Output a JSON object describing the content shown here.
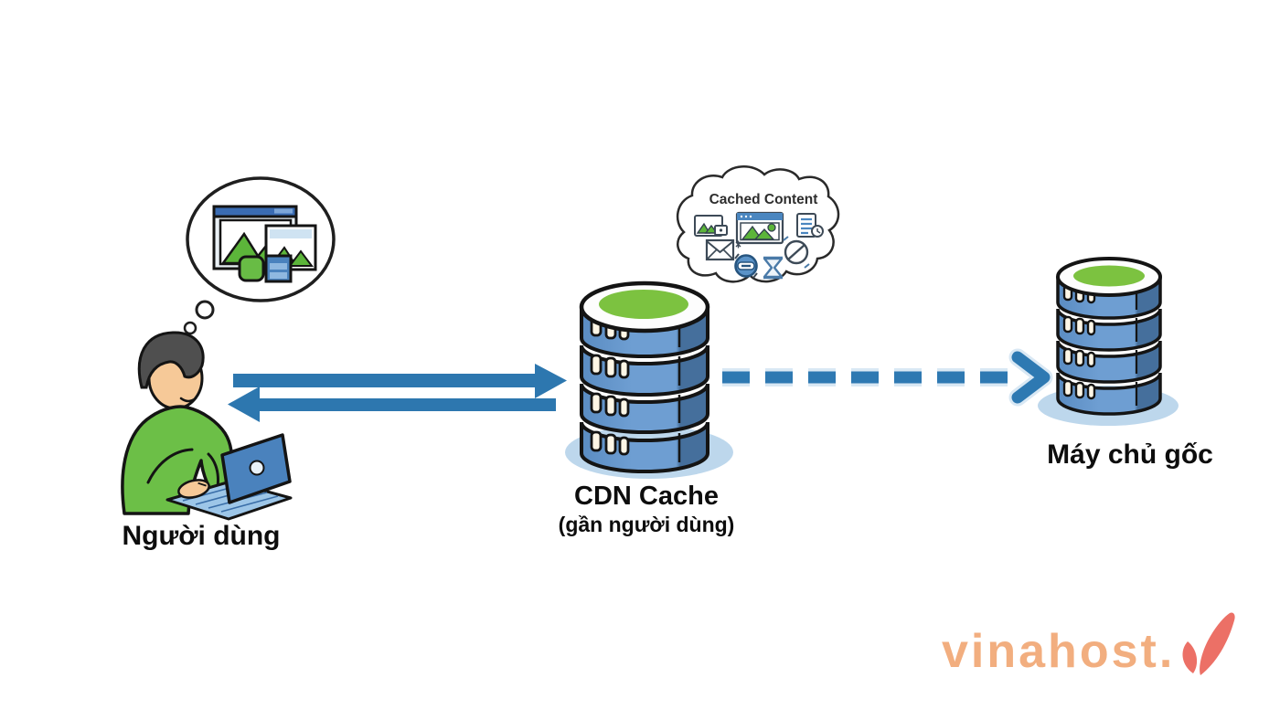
{
  "nodes": {
    "user": {
      "label": "Người dùng"
    },
    "cdn": {
      "label": "CDN Cache",
      "sublabel": "(gần người dùng)"
    },
    "origin": {
      "label": "Máy chủ gốc"
    },
    "cached_cloud": {
      "title": "Cached Content",
      "icons": [
        "photo-card-icon",
        "browser-photo-icon",
        "document-history-icon",
        "envelope-icon",
        "globe-sync-icon",
        "hourglass-icon",
        "blocked-sync-icon"
      ]
    },
    "thought_bubble": {
      "icons": [
        "browser-window-icon",
        "photo-frame-icon",
        "green-app-icon",
        "data-table-icon"
      ]
    }
  },
  "edges": [
    {
      "from": "user",
      "to": "cdn",
      "style": "solid",
      "direction": "right"
    },
    {
      "from": "cdn",
      "to": "user",
      "style": "solid",
      "direction": "left"
    },
    {
      "from": "cdn",
      "to": "origin",
      "style": "dashed",
      "direction": "right"
    }
  ],
  "watermark": {
    "text": "vinahost.",
    "mark": "v-checkmark"
  },
  "colors": {
    "arrow_blue": "#2d77af",
    "cylinder_blue": "#5e92c6",
    "cylinder_blue_dark": "#456f9c",
    "cylinder_top_green": "#7cc240",
    "shadow_blue": "#bdd7ec",
    "shirt_green": "#6cbf47",
    "skin_tan": "#f6c998",
    "hair_gray": "#4f4f4f",
    "laptop_blue": "#4a82bd",
    "keyboard_blue": "#9dc6e8",
    "logo_peach": "#f2ae7f",
    "logo_mark_salmon": "#ec7066"
  }
}
